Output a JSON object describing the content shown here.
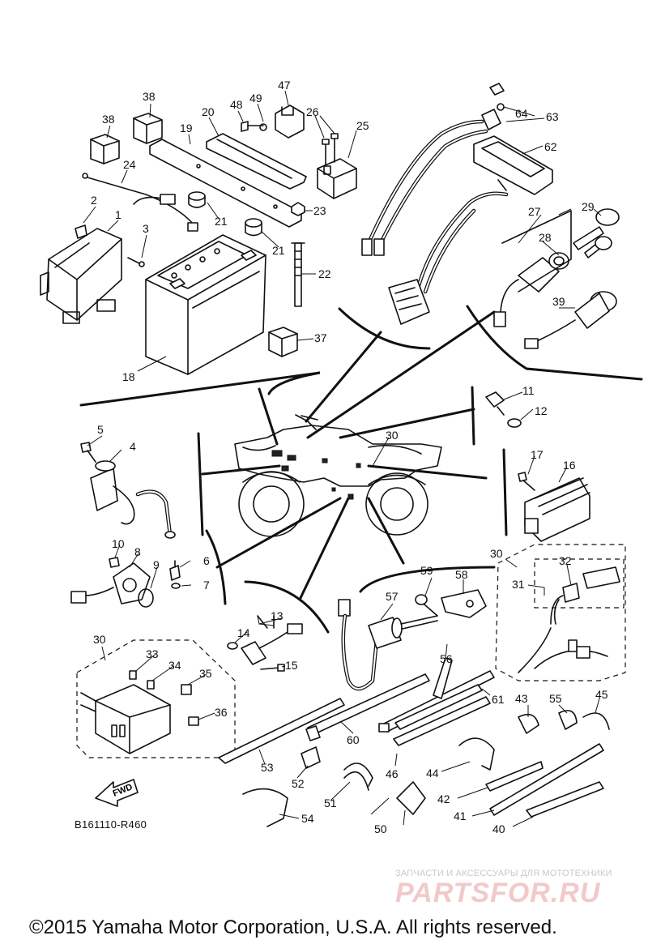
{
  "diagram": {
    "id_label": "B161110-R460",
    "direction_label": "FWD",
    "callouts": [
      "1",
      "2",
      "3",
      "4",
      "5",
      "6",
      "7",
      "8",
      "9",
      "10",
      "11",
      "12",
      "13",
      "14",
      "15",
      "16",
      "17",
      "18",
      "19",
      "20",
      "21",
      "21",
      "22",
      "23",
      "24",
      "25",
      "26",
      "27",
      "28",
      "29",
      "30",
      "30",
      "30",
      "31",
      "32",
      "33",
      "34",
      "35",
      "36",
      "37",
      "38",
      "38",
      "39",
      "40",
      "41",
      "42",
      "43",
      "44",
      "45",
      "46",
      "47",
      "48",
      "49",
      "50",
      "51",
      "52",
      "53",
      "54",
      "55",
      "56",
      "57",
      "58",
      "59",
      "60",
      "61",
      "62",
      "63",
      "64"
    ]
  },
  "watermark": {
    "tagline": "ЗАПЧАСТИ И АКСЕССУАРЫ ДЛЯ МОТОТЕХНИКИ",
    "logo": "PARTSFOR.RU"
  },
  "footer": {
    "copyright": "©2015 Yamaha Motor Corporation, U.S.A. All rights reserved."
  }
}
